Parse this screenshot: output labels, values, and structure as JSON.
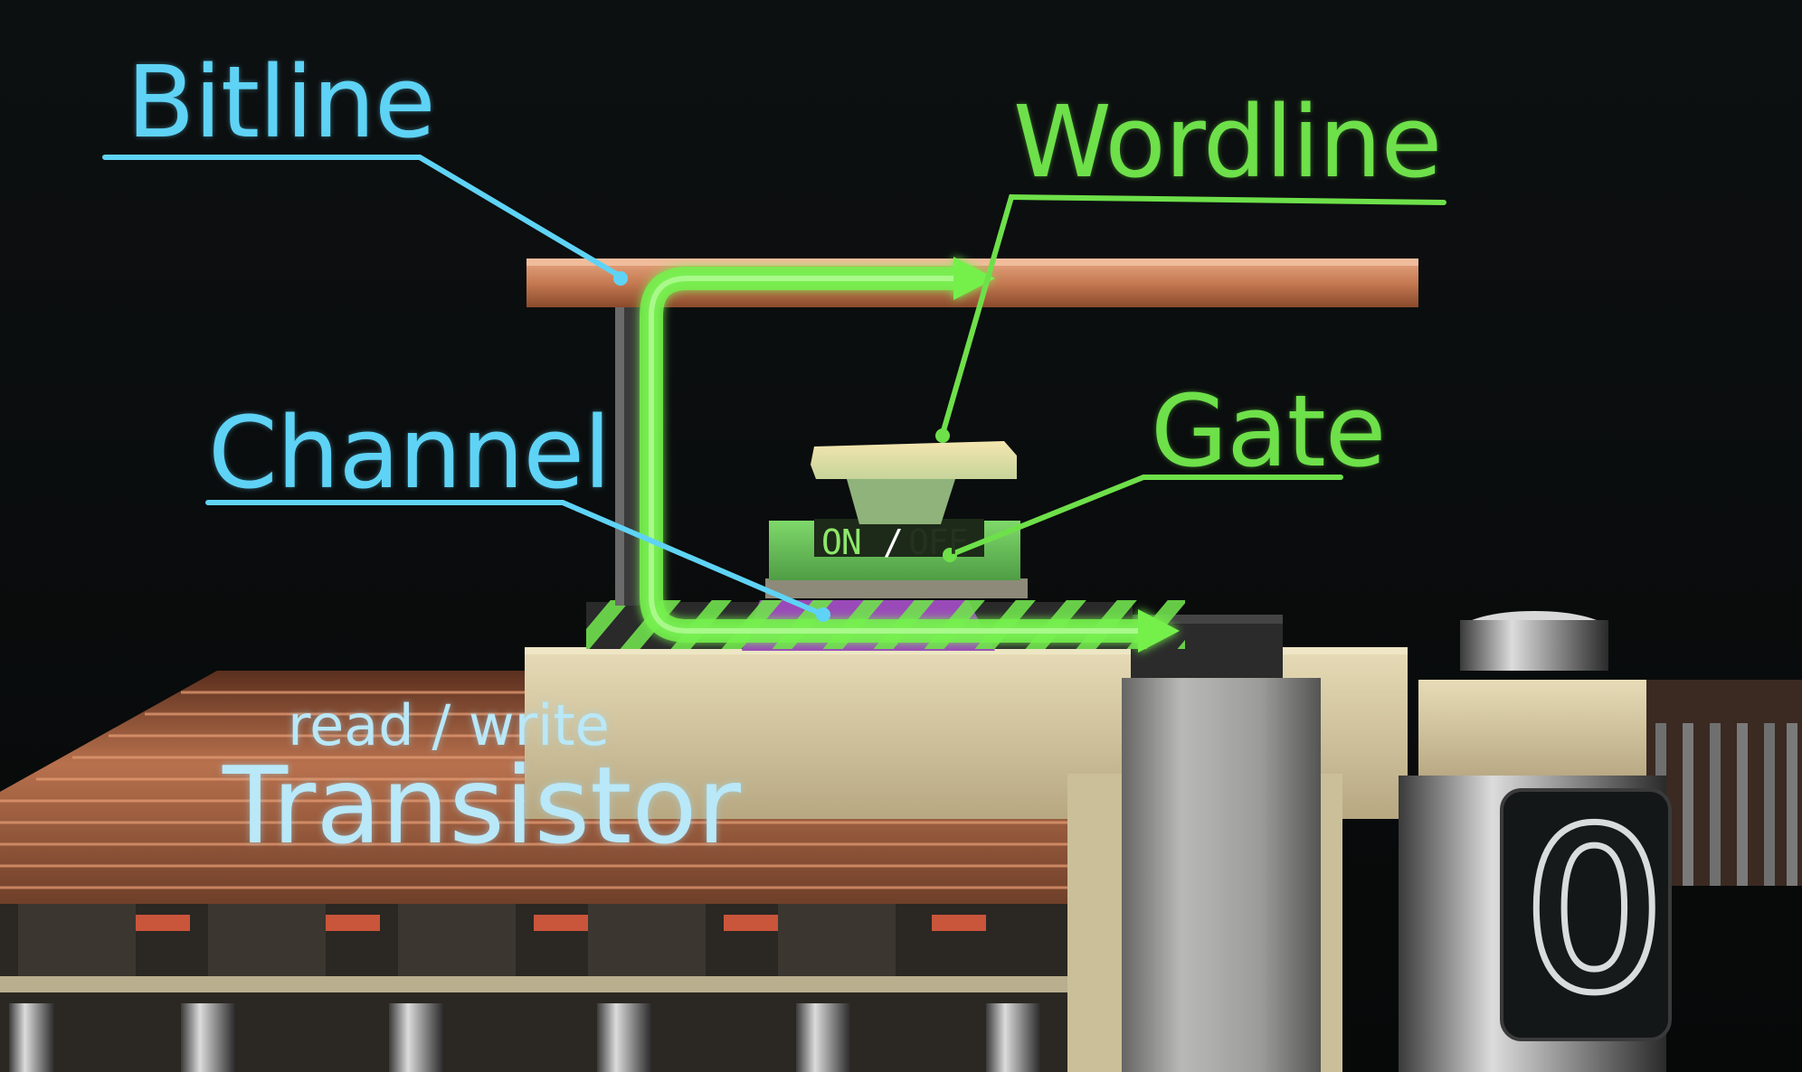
{
  "labels": {
    "bitline": "Bitline",
    "wordline": "Wordline",
    "channel": "Channel",
    "gate": "Gate",
    "read_write": "read / write",
    "transistor": "Transistor"
  },
  "gate_display": {
    "on": "ON",
    "slash": "/",
    "off": "OFF"
  },
  "bit_value": "0",
  "colors": {
    "background": "#0b0d0e",
    "blue_label": "#5fd3f5",
    "green_label": "#6ee04a",
    "copper": "#c9855c",
    "cream": "#d8cba3",
    "channel_purple": "#9a4ab8",
    "flow_green": "#74f04c"
  }
}
